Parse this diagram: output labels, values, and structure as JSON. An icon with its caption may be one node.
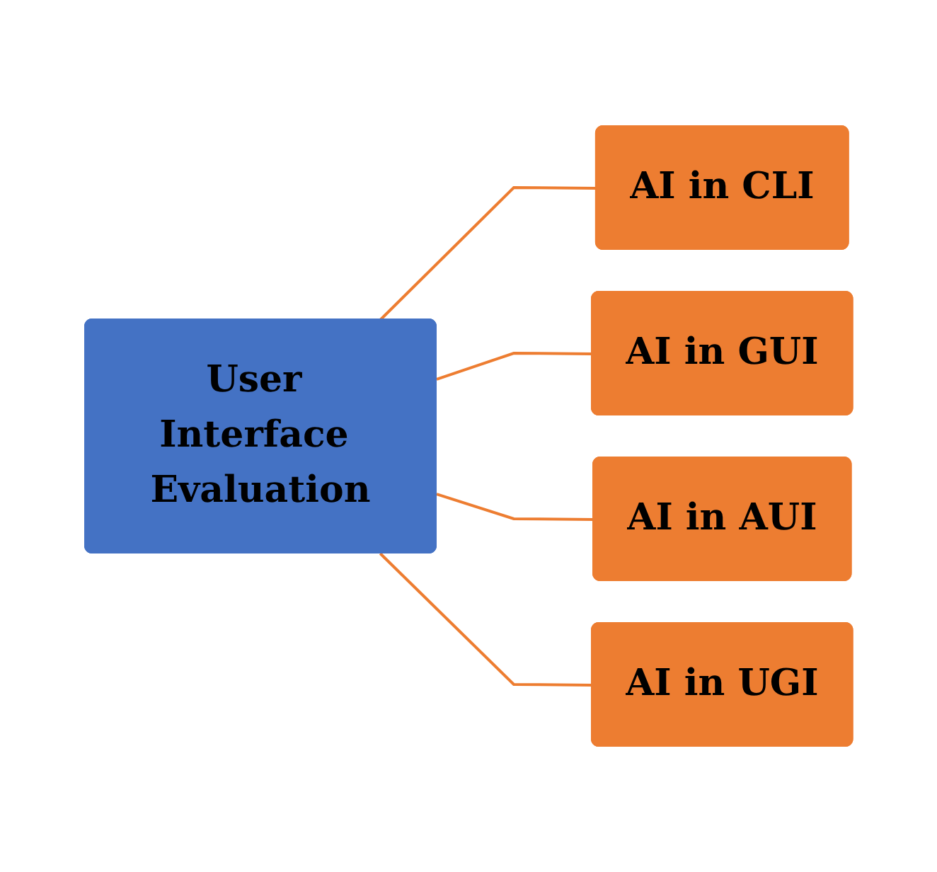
{
  "diagram": {
    "nodes": [
      {
        "text": [
          "User Interface Evaluation"
        ]
      },
      {
        "text": [
          "AI in CLI"
        ]
      },
      {
        "text": [
          "AI in GUI"
        ]
      },
      {
        "text": [
          "AI in AUI"
        ]
      },
      {
        "text": [
          "AI in UGI"
        ]
      }
    ],
    "edges": [
      {
        "from": 0,
        "to": 1,
        "arrow": "none"
      },
      {
        "from": 0,
        "to": 2,
        "arrow": "none"
      },
      {
        "from": 0,
        "to": 3,
        "arrow": "none"
      },
      {
        "from": 0,
        "to": 4,
        "arrow": "none"
      }
    ]
  }
}
